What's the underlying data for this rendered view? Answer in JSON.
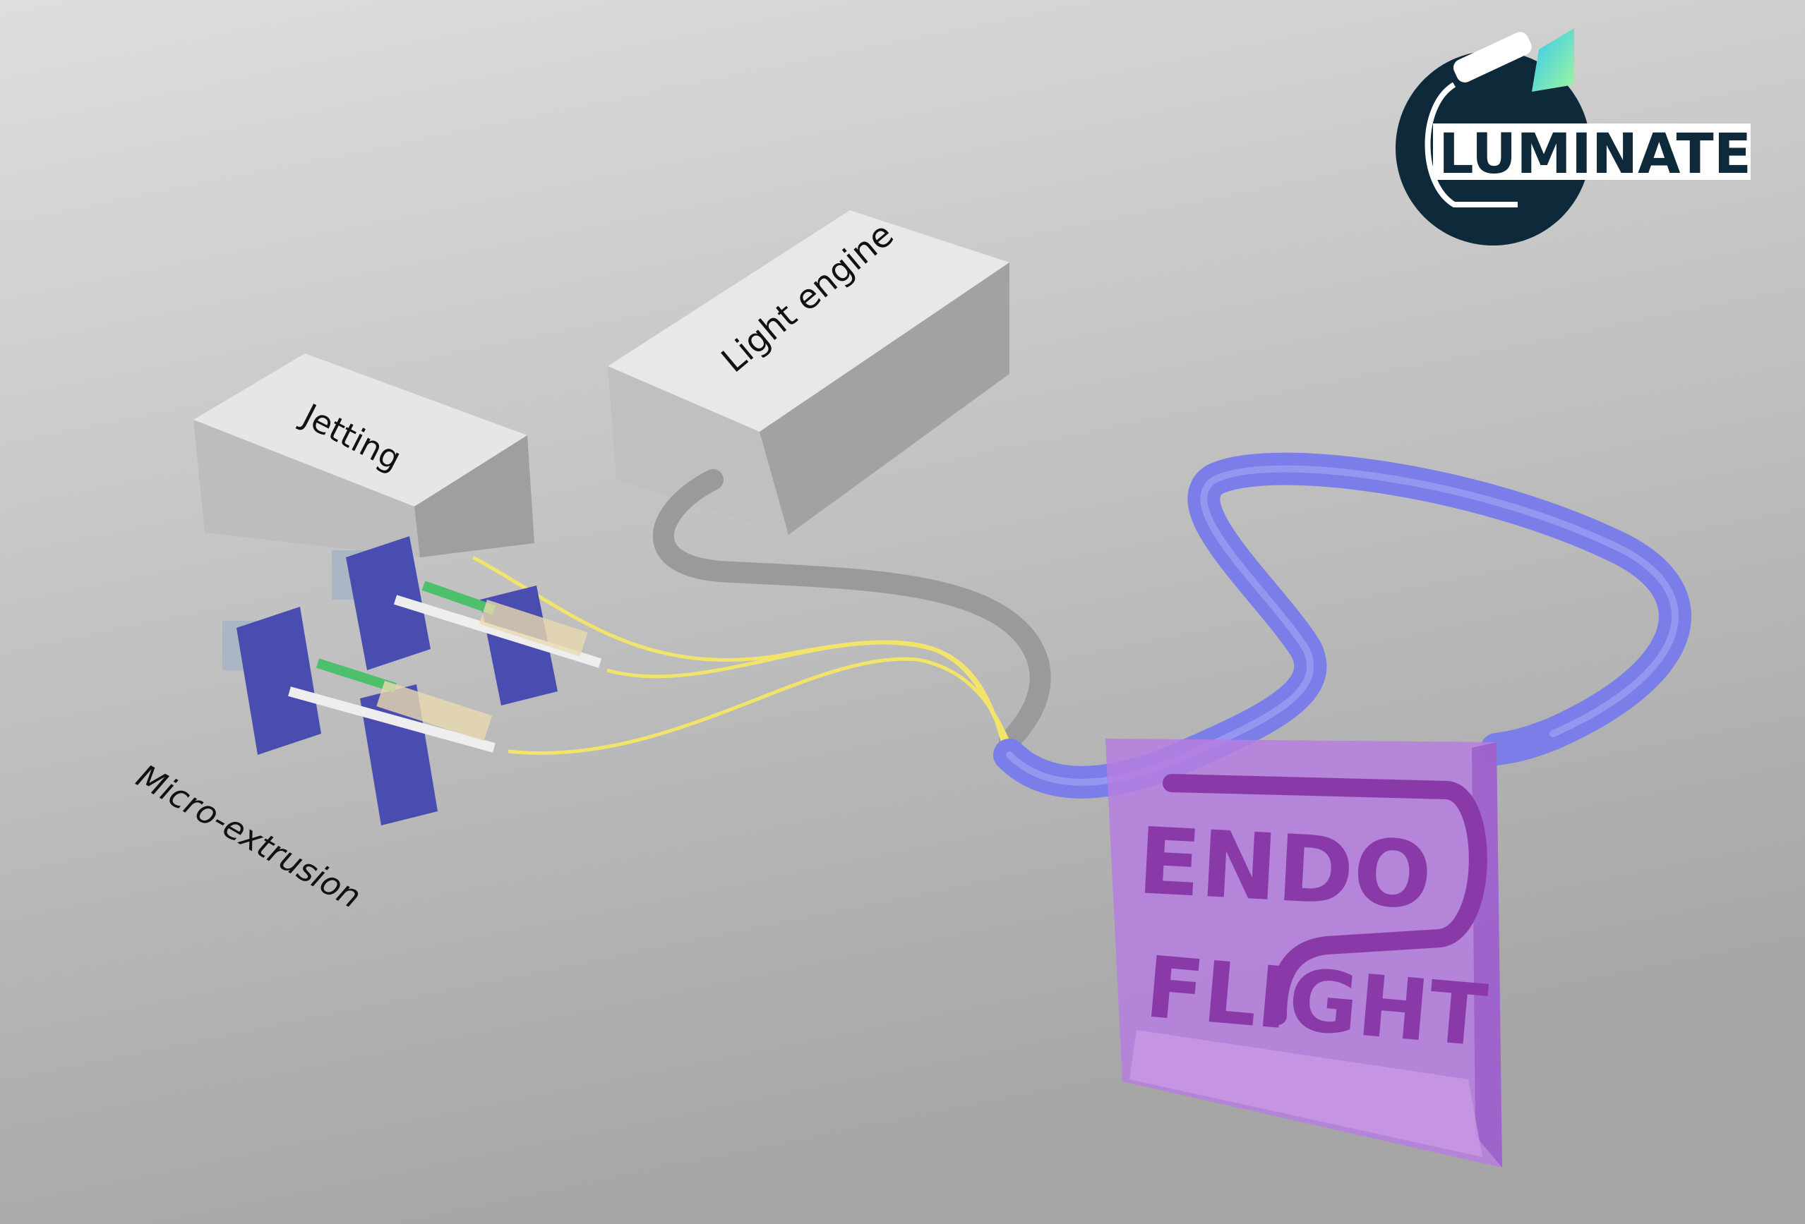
{
  "labels": {
    "jetting": "Jetting",
    "light_engine": "Light engine",
    "micro_extrusion": "Micro-extrusion"
  },
  "logos": {
    "luminate": "LUMINATE",
    "endoflight_line1": "ENDO",
    "endoflight_line2": "FLIGHT"
  },
  "colors": {
    "background_top": "#dcdcdc",
    "background_bottom": "#a9a9a9",
    "tube": "#7b7de8",
    "cable": "#9a9a9a",
    "fiber": "#f0e060",
    "pump": "#4a4db0",
    "panel": "#b67ee0",
    "logo_dark": "#0e2a3a"
  }
}
